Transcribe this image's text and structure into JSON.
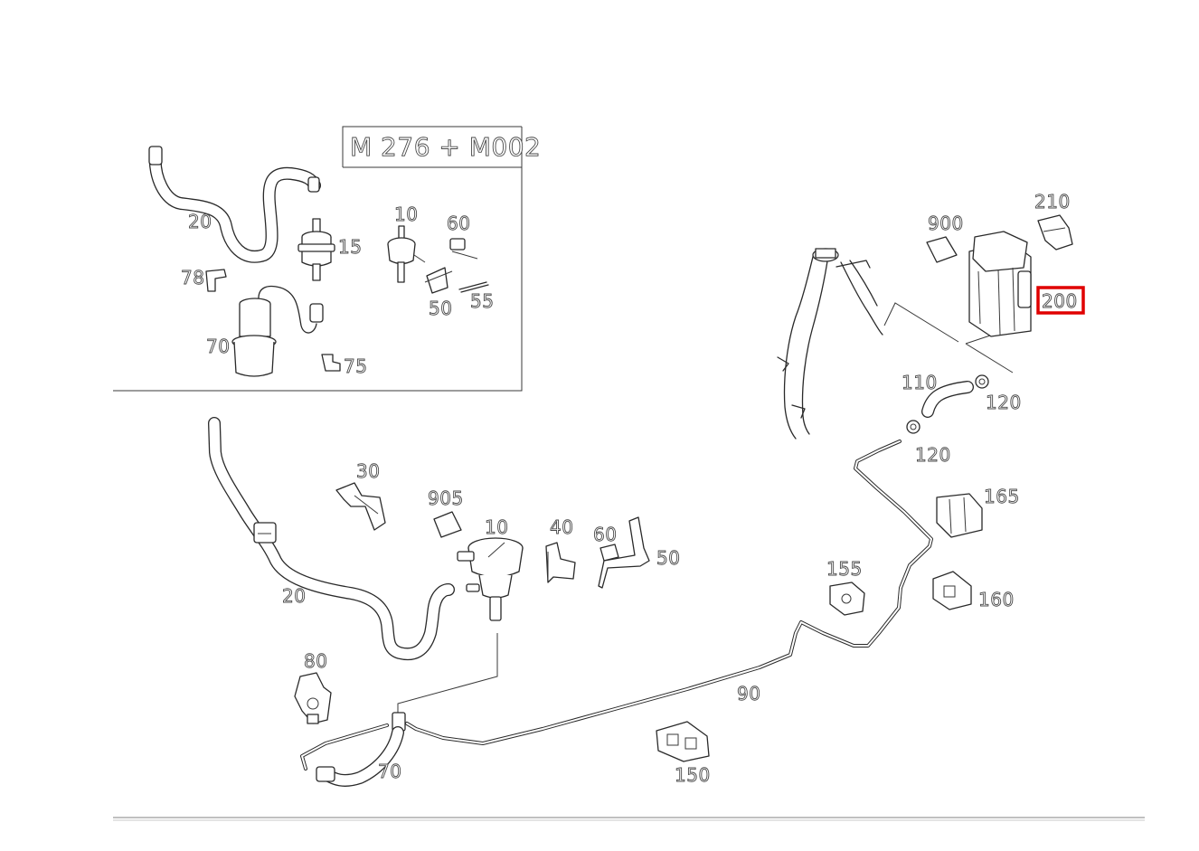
{
  "variant_box": {
    "title": "M 276 + M002"
  },
  "labels": {
    "inset_20": "20",
    "inset_15": "15",
    "inset_10": "10",
    "inset_60": "60",
    "inset_78": "78",
    "inset_50": "50",
    "inset_55": "55",
    "inset_70": "70",
    "inset_75": "75",
    "p210": "210",
    "p900": "900",
    "p200": "200",
    "p110": "110",
    "p120a": "120",
    "p120b": "120",
    "p30": "30",
    "p905": "905",
    "p10": "10",
    "p40": "40",
    "p60": "60",
    "p50": "50",
    "p20": "20",
    "p165": "165",
    "p155": "155",
    "p160": "160",
    "p80": "80",
    "p90": "90",
    "p70": "70",
    "p150": "150"
  },
  "highlight": {
    "label": "200",
    "color": "#e00000"
  }
}
